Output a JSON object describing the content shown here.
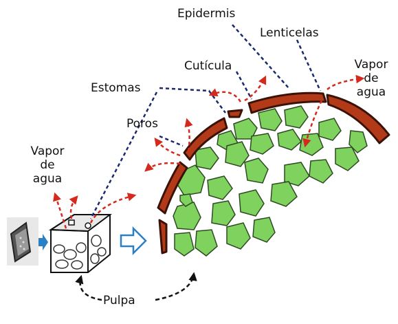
{
  "labels": {
    "epidermis": "Epidermis",
    "lenticelas": "Lenticelas",
    "cuticula": "Cutícula",
    "estomas": "Estomas",
    "poros": "Poros",
    "vapor_right": [
      "Vapor",
      "de",
      "agua"
    ],
    "vapor_left": [
      "Vapor",
      "de",
      "agua"
    ],
    "pulpa": "Pulpa"
  },
  "colors": {
    "skin": "#b33a18",
    "skin_stroke": "#3a1207",
    "cell_fill": "#7fd25e",
    "cell_stroke": "#2e4a22",
    "vapor_arrow": "#d42a1e",
    "leader_line": "#1a2a6c",
    "pulpa_line": "#111111",
    "flow_arrow": "#2b7fc4"
  },
  "icons": [
    "fruit-slice-icon",
    "tissue-block-icon",
    "flow-arrow-icon"
  ]
}
